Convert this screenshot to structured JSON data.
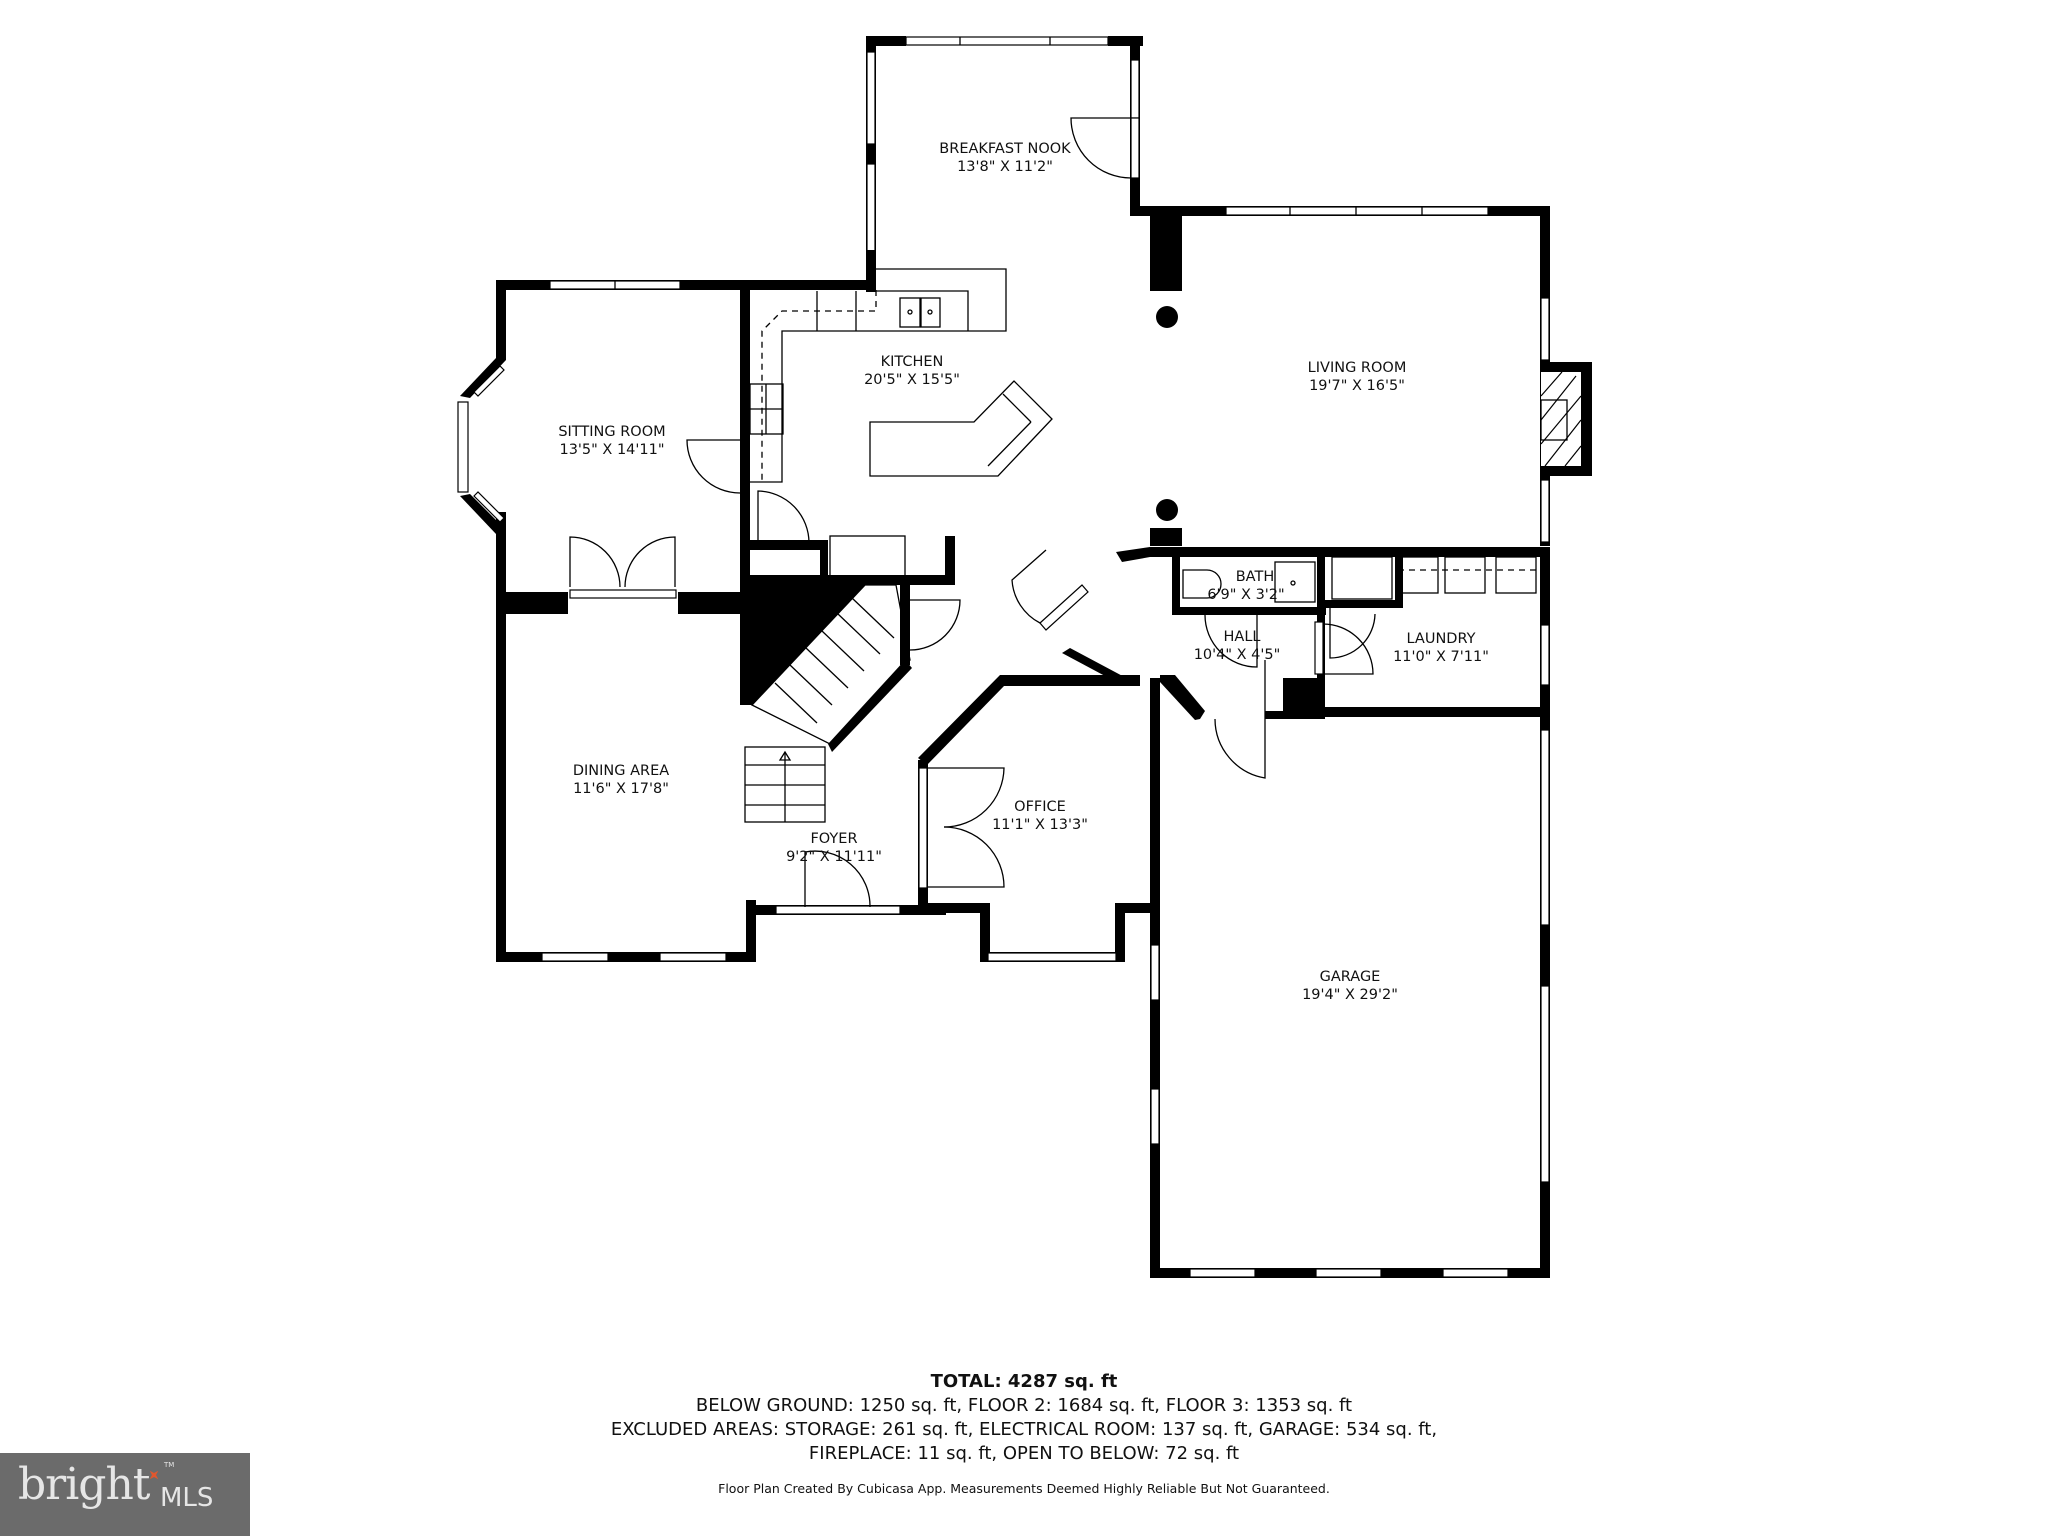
{
  "rooms": {
    "breakfast_nook": {
      "name": "BREAKFAST NOOK",
      "dims": "13'8\" X 11'2\""
    },
    "kitchen": {
      "name": "KITCHEN",
      "dims": "20'5\" X 15'5\""
    },
    "living_room": {
      "name": "LIVING ROOM",
      "dims": "19'7\" X 16'5\""
    },
    "sitting_room": {
      "name": "SITTING ROOM",
      "dims": "13'5\" X 14'11\""
    },
    "bath": {
      "name": "BATH",
      "dims": "6'9\" X 3'2\""
    },
    "hall": {
      "name": "HALL",
      "dims": "10'4\" X 4'5\""
    },
    "laundry": {
      "name": "LAUNDRY",
      "dims": "11'0\" X 7'11\""
    },
    "dining_area": {
      "name": "DINING AREA",
      "dims": "11'6\" X 17'8\""
    },
    "office": {
      "name": "OFFICE",
      "dims": "11'1\" X 13'3\""
    },
    "foyer": {
      "name": "FOYER",
      "dims": "9'2\" X 11'11\""
    },
    "garage": {
      "name": "GARAGE",
      "dims": "19'4\" X 29'2\""
    }
  },
  "summary": {
    "total": "TOTAL: 4287 sq. ft",
    "line1": "BELOW GROUND: 1250 sq. ft, FLOOR 2: 1684 sq. ft, FLOOR 3: 1353 sq. ft",
    "line2": "EXCLUDED AREAS: STORAGE: 261 sq. ft, ELECTRICAL ROOM: 137 sq. ft, GARAGE: 534 sq. ft,",
    "line3": "FIREPLACE: 11 sq. ft, OPEN TO BELOW: 72 sq. ft",
    "credit": "Floor Plan Created By Cubicasa App. Measurements Deemed Highly Reliable But Not Guaranteed."
  },
  "logo": {
    "brand": "bright",
    "suffix": "MLS",
    "tm": "TM",
    "background": "#6b6b6b",
    "accent": "#e0572e"
  }
}
